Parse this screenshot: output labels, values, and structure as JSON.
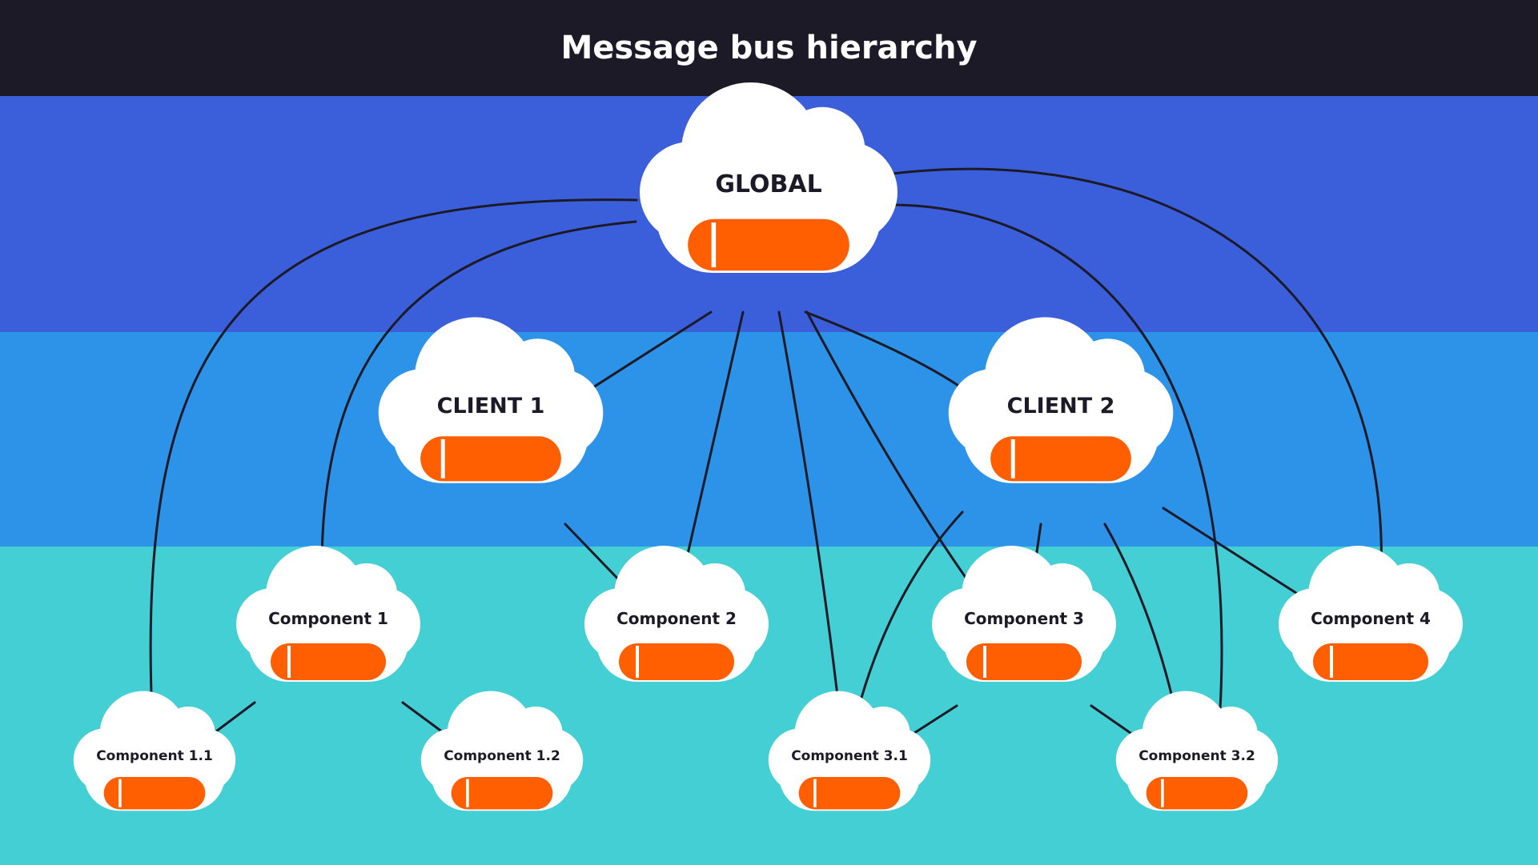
{
  "title": "Message bus hierarchy",
  "colors": {
    "header": "#1c1a26",
    "band_global": "#3b5fdb",
    "band_client": "#2c93e8",
    "band_component": "#43cfd4",
    "cloud": "#ffffff",
    "bus": "#ff5f00",
    "line": "#1c1a26"
  },
  "nodes": {
    "global": {
      "label": "GLOBAL"
    },
    "client1": {
      "label": "CLIENT 1"
    },
    "client2": {
      "label": "CLIENT 2"
    },
    "component1": {
      "label": "Component 1"
    },
    "component2": {
      "label": "Component 2"
    },
    "component3": {
      "label": "Component 3"
    },
    "component4": {
      "label": "Component 4"
    },
    "component11": {
      "label": "Component 1.1"
    },
    "component12": {
      "label": "Component 1.2"
    },
    "component31": {
      "label": "Component 3.1"
    },
    "component32": {
      "label": "Component 3.2"
    }
  },
  "connections": [
    [
      "global",
      "client1"
    ],
    [
      "global",
      "client2"
    ],
    [
      "global",
      "component1"
    ],
    [
      "global",
      "component2"
    ],
    [
      "global",
      "component3"
    ],
    [
      "global",
      "component4"
    ],
    [
      "global",
      "component11"
    ],
    [
      "global",
      "component31"
    ],
    [
      "global",
      "component32"
    ],
    [
      "client1",
      "component2"
    ],
    [
      "client2",
      "component3"
    ],
    [
      "client2",
      "component4"
    ],
    [
      "client2",
      "component31"
    ],
    [
      "client2",
      "component32"
    ],
    [
      "component1",
      "component11"
    ],
    [
      "component1",
      "component12"
    ],
    [
      "component3",
      "component31"
    ],
    [
      "component3",
      "component32"
    ]
  ]
}
